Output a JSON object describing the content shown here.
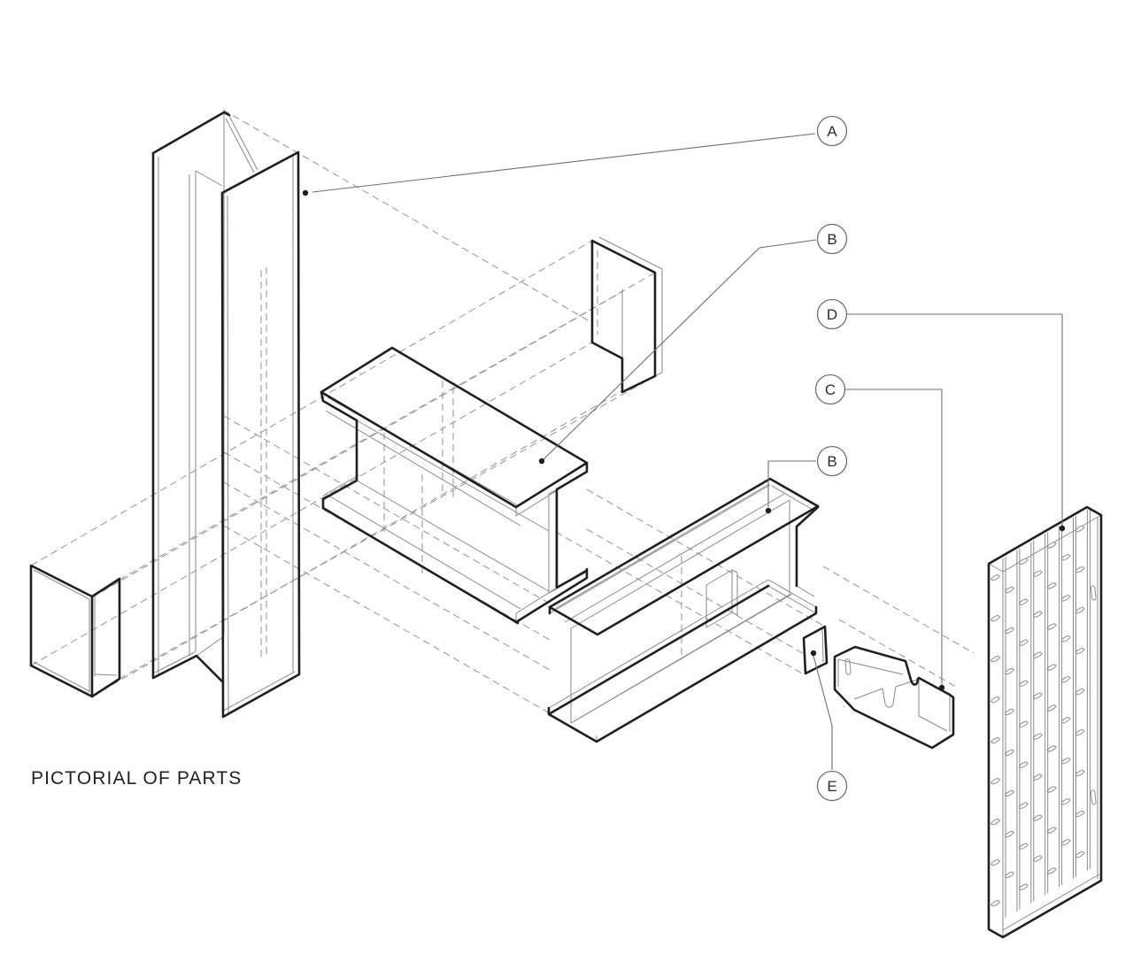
{
  "title": "PICTORIAL OF PARTS",
  "colors": {
    "background": "#ffffff",
    "outline": "#1f1f1f",
    "edge_thin": "#8a8a8a",
    "projection_dashed": "#9c9c9c",
    "leader": "#6f6f6f",
    "text": "#231f20"
  },
  "callouts": [
    {
      "letter": "A",
      "part": "wide-flange-column"
    },
    {
      "letter": "B",
      "part": "wide-flange-beam-upper"
    },
    {
      "letter": "D",
      "part": "metal-deck-panel"
    },
    {
      "letter": "C",
      "part": "bent-plate-closure"
    },
    {
      "letter": "B",
      "part": "wide-flange-beam-lower"
    },
    {
      "letter": "E",
      "part": "stiffener-plate"
    }
  ]
}
